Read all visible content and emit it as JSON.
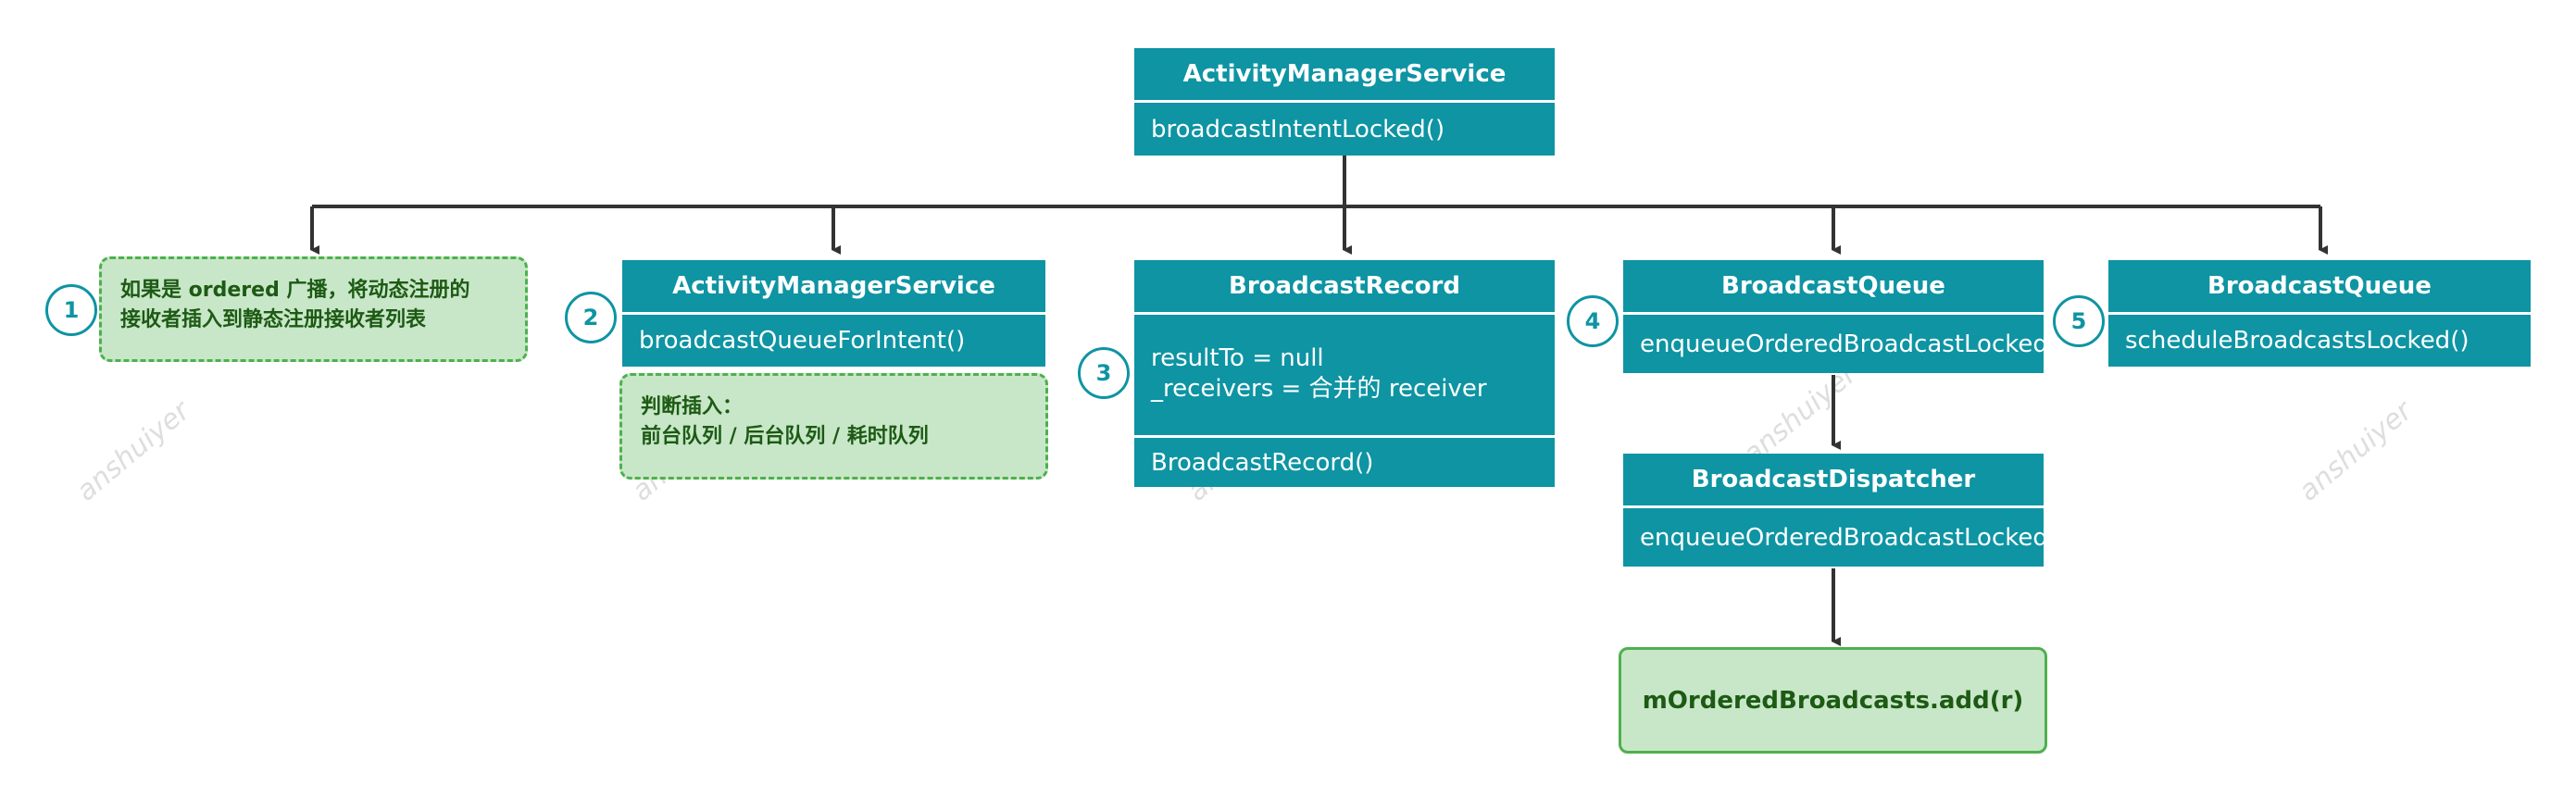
{
  "watermark": "anshuiyer",
  "colors": {
    "box_fill": "#0e94a3",
    "note_fill": "#c8e7c8",
    "note_border": "#4eb04e",
    "note_text": "#1d5a14",
    "arrow": "#333333"
  },
  "top_box": {
    "title": "ActivityManagerService",
    "method": "broadcastIntentLocked()"
  },
  "steps": [
    "1",
    "2",
    "3",
    "4",
    "5"
  ],
  "note_1": {
    "line1": "如果是 ordered 广播，将动态注册的",
    "line2": "接收者插入到静态注册接收者列表"
  },
  "box_2": {
    "title": "ActivityManagerService",
    "method": "broadcastQueueForIntent()"
  },
  "note_2": {
    "line1": "判断插入：",
    "line2": "前台队列 / 后台队列 / 耗时队列"
  },
  "box_3": {
    "title": "BroadcastRecord",
    "field1": "resultTo = null",
    "field2": "_receivers = 合并的 receiver",
    "method": "BroadcastRecord()"
  },
  "box_4": {
    "title": "BroadcastQueue",
    "method": "enqueueOrderedBroadcastLocked"
  },
  "box_5": {
    "title": "BroadcastQueue",
    "method": "scheduleBroadcastsLocked()"
  },
  "dispatcher_box": {
    "title": "BroadcastDispatcher",
    "method": "enqueueOrderedBroadcastLocked"
  },
  "result_box": {
    "label": "mOrderedBroadcasts.add(r)"
  }
}
